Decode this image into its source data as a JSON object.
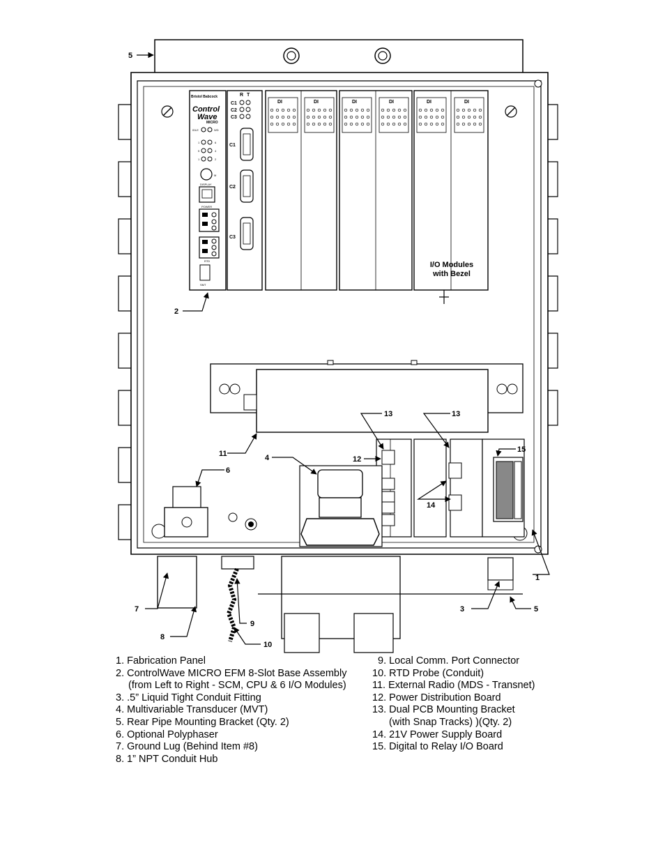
{
  "diagram": {
    "callouts": {
      "c1": "1",
      "c2": "2",
      "c3": "3",
      "c4": "4",
      "c5_top": "5",
      "c5_bottom": "5",
      "c6": "6",
      "c7": "7",
      "c8": "8",
      "c9": "9",
      "c10": "10",
      "c11": "11",
      "c12": "12",
      "c13a": "13",
      "c13b": "13",
      "c14": "14",
      "c15": "15"
    },
    "cpu_module": {
      "brand": "Bristol Babcock",
      "logo_line1": "Control",
      "logo_line2": "Wave",
      "logo_line3": "MICRO",
      "idle": "IDLE",
      "wd": "WD",
      "led_labels": [
        "6",
        "4",
        "2",
        "5",
        "3",
        "1"
      ],
      "m": "M",
      "display": "DISPLAY",
      "power": "POWER",
      "rtd": "RTD",
      "smt": "SMT"
    },
    "comm_module": {
      "r": "R",
      "t": "T",
      "led_labels": [
        "C1",
        "C2",
        "C3"
      ],
      "ports": [
        "C1",
        "C2",
        "C3"
      ]
    },
    "io_label": "DI",
    "io_modules_line1": "I/O Modules",
    "io_modules_line2": "with Bezel"
  },
  "legend": {
    "left": [
      "1. Fabrication Panel",
      "2. ControlWave MICRO EFM 8-Slot Base Assembly",
      "(from Left to Right - SCM, CPU & 6 I/O Modules)",
      "3. .5” Liquid Tight Conduit Fitting",
      "4. Multivariable Transducer (MVT)",
      "5. Rear Pipe Mounting Bracket (Qty. 2)",
      "6. Optional Polyphaser",
      "7. Ground Lug (Behind Item #8)",
      "8. 1” NPT Conduit Hub"
    ],
    "right": [
      "9. Local Comm. Port Connector",
      "10. RTD Probe (Conduit)",
      "11. External Radio (MDS - Transnet)",
      "12. Power Distribution Board",
      "13. Dual PCB Mounting Bracket",
      "(with Snap Tracks) )(Qty. 2)",
      "14. 21V Power Supply Board",
      "15. Digital to Relay I/O Board"
    ]
  }
}
